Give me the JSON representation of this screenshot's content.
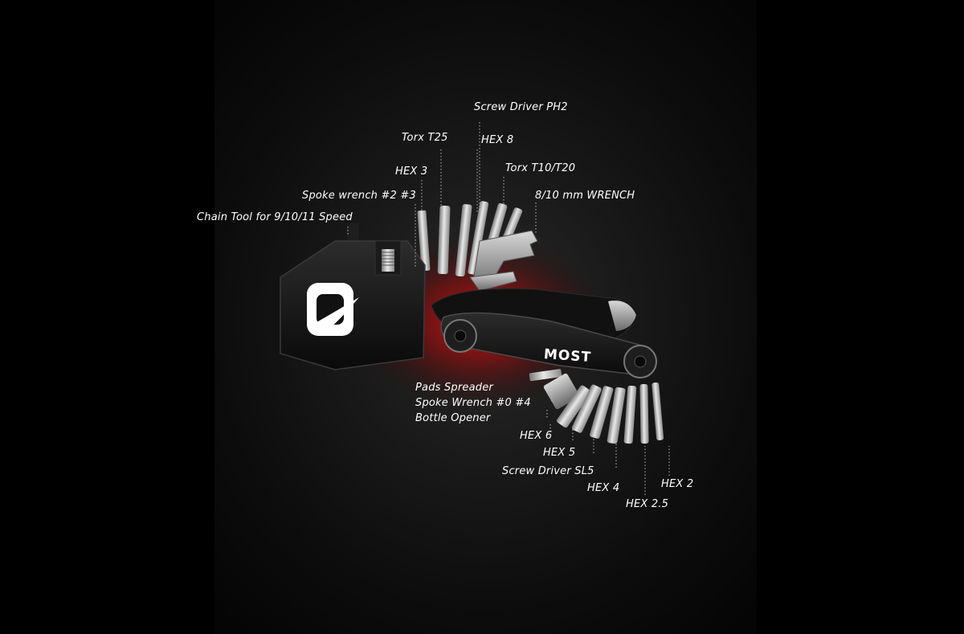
{
  "labels": {
    "screw_driver_ph2": "Screw Driver PH2",
    "torx_t25": "Torx T25",
    "hex_8": "HEX 8",
    "torx_t10_t20": "Torx T10/T20",
    "hex_3": "HEX 3",
    "spoke_wrench_2_3": "Spoke wrench #2 #3",
    "wrench_8_10": "8/10 mm WRENCH",
    "chain_tool": "Chain Tool for 9/10/11 Speed",
    "pads_spreader": "Pads Spreader",
    "spoke_wrench_0_4": "Spoke Wrench #0 #4",
    "bottle_opener": "Bottle Opener",
    "hex_6": "HEX 6",
    "hex_5": "HEX 5",
    "screw_driver_sl5": "Screw Driver SL5",
    "hex_4": "HEX 4",
    "hex_2": "HEX 2",
    "hex_2_5": "HEX 2.5"
  },
  "brand": {
    "name": "MOST"
  },
  "colors": {
    "background": "#000000",
    "glow": "#d10a0a",
    "metal": "#c9c9c9",
    "body": "#141414",
    "text": "#ffffff"
  }
}
